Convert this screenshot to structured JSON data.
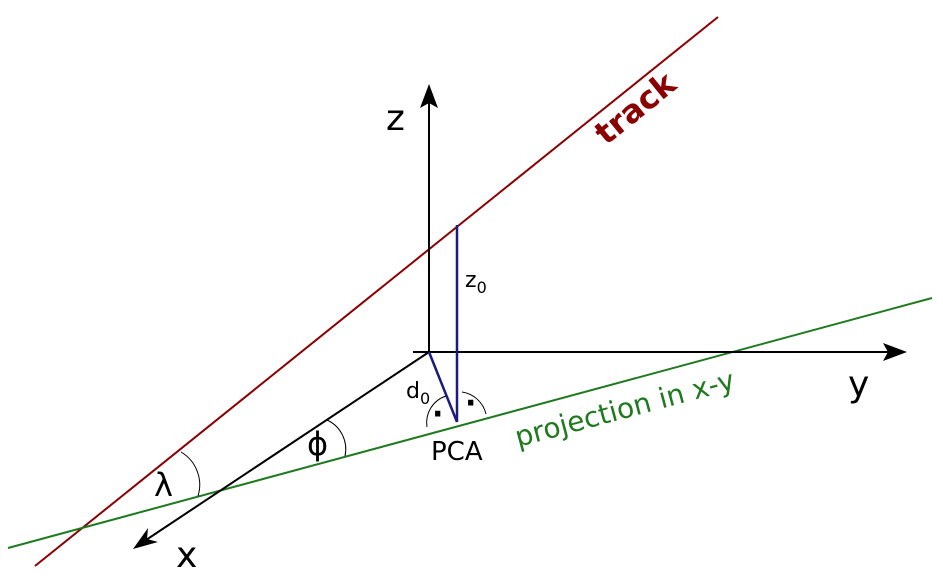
{
  "diagram": {
    "labels": {
      "axis_z": "z",
      "axis_y": "y",
      "axis_x": "x",
      "track": "track",
      "projection": "projection in x-y",
      "z0_base": "z",
      "z0_sub": "0",
      "d0_base": "d",
      "d0_sub": "0",
      "pca": "PCA",
      "phi": "ϕ",
      "lambda": "λ",
      "right_angle_dot": "·"
    },
    "colors": {
      "axes": "#000000",
      "track": "#8b0000",
      "projection": "#1f7a1f",
      "parameters": "#1a1a80",
      "text": "#000000"
    }
  }
}
